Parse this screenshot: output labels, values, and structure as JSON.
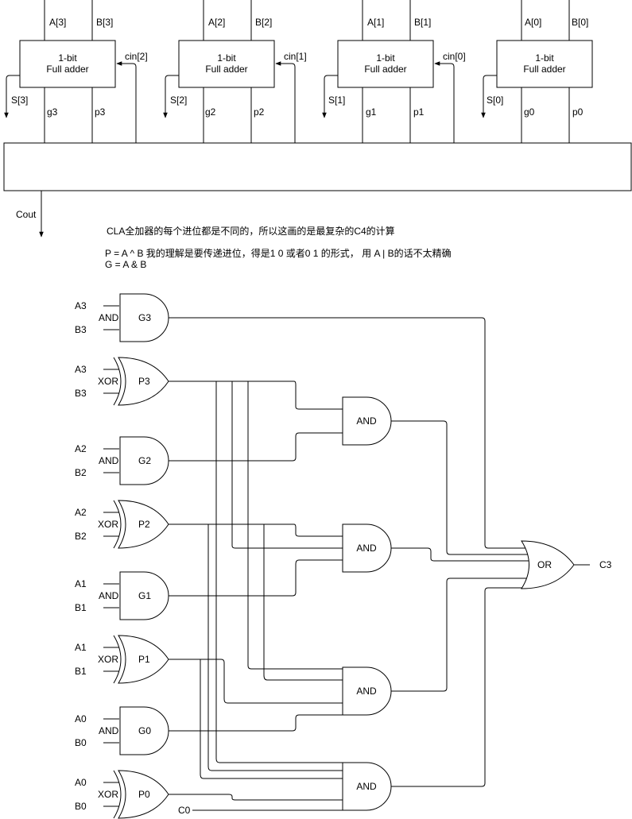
{
  "adders": [
    {
      "title1": "1-bit",
      "title2": "Full adder",
      "a": "A[3]",
      "b": "B[3]",
      "cin": "cin[2]",
      "s": "S[3]",
      "g": "g3",
      "p": "p3"
    },
    {
      "title1": "1-bit",
      "title2": "Full adder",
      "a": "A[2]",
      "b": "B[2]",
      "cin": "cin[1]",
      "s": "S[2]",
      "g": "g2",
      "p": "p2"
    },
    {
      "title1": "1-bit",
      "title2": "Full adder",
      "a": "A[1]",
      "b": "B[1]",
      "cin": "cin[0]",
      "s": "S[1]",
      "g": "g1",
      "p": "p1"
    },
    {
      "title1": "1-bit",
      "title2": "Full adder",
      "a": "A[0]",
      "b": "B[0]",
      "cin": "",
      "s": "S[0]",
      "g": "g0",
      "p": "p0"
    }
  ],
  "cout_label": "Cout",
  "notes": {
    "line1": "CLA全加器的每个进位都是不同的，所以这画的是最复杂的C4的计算",
    "line2": "P = A ^ B 我的理解是要传递进位，得是1 0 或者0 1 的形式， 用 A | B的话不太精确",
    "line3": "G = A & B"
  },
  "input_gates": [
    {
      "kind": "AND",
      "name": "G3",
      "in1": "A3",
      "in2": "B3"
    },
    {
      "kind": "XOR",
      "name": "P3",
      "in1": "A3",
      "in2": "B3"
    },
    {
      "kind": "AND",
      "name": "G2",
      "in1": "A2",
      "in2": "B2"
    },
    {
      "kind": "XOR",
      "name": "P2",
      "in1": "A2",
      "in2": "B2"
    },
    {
      "kind": "AND",
      "name": "G1",
      "in1": "A1",
      "in2": "B1"
    },
    {
      "kind": "XOR",
      "name": "P1",
      "in1": "A1",
      "in2": "B1"
    },
    {
      "kind": "AND",
      "name": "G0",
      "in1": "A0",
      "in2": "B0"
    },
    {
      "kind": "XOR",
      "name": "P0",
      "in1": "A0",
      "in2": "B0"
    }
  ],
  "and_gates": [
    "AND",
    "AND",
    "AND",
    "AND"
  ],
  "or_gate": "OR",
  "c0_label": "C0",
  "c3_label": "C3"
}
